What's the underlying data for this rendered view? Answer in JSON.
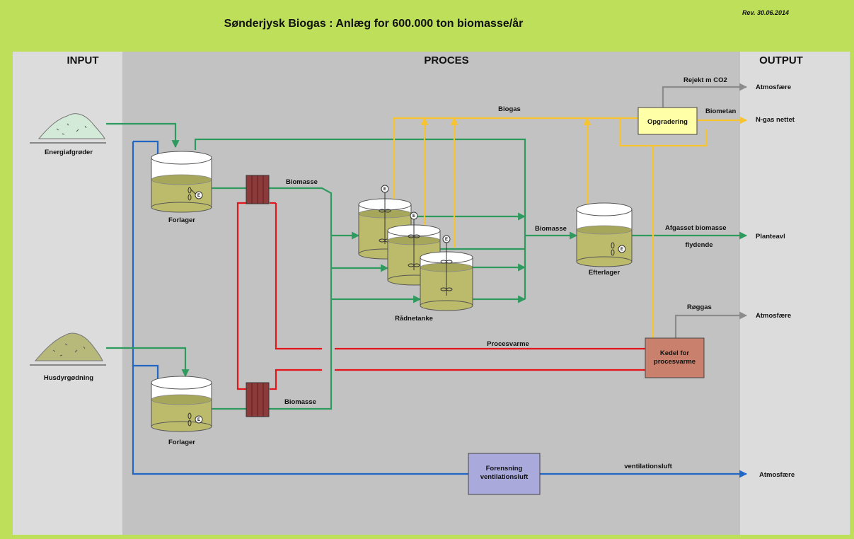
{
  "header": {
    "title": "Sønderjysk Biogas : Anlæg for 600.000 ton biomasse/år",
    "revision": "Rev. 30.06.2014"
  },
  "sections": {
    "input": "INPUT",
    "process": "PROCES",
    "output": "OUTPUT"
  },
  "inputs": {
    "energy_crops": "Energiafgrøder",
    "manure": "Husdyrgødning"
  },
  "tanks": {
    "prestorage_top": "Forlager",
    "prestorage_bottom": "Forlager",
    "digesters": "Rådnetanke",
    "post_storage": "Efterlager",
    "motor_symbol": "E"
  },
  "boxes": {
    "upgrading": "Opgradering",
    "boiler_line1": "Kedel for",
    "boiler_line2": "procesvarme",
    "cleaning_line1": "Forensning",
    "cleaning_line2": "ventilationsluft"
  },
  "flow_labels": {
    "biomass_top": "Biomasse",
    "biomass_bottom": "Biomasse",
    "biomass_mid": "Biomasse",
    "biogas": "Biogas",
    "biomethane": "Biometan",
    "reject_co2": "Rejekt m CO2",
    "digested_biomass": "Afgasset biomasse",
    "liquid": "flydende",
    "flue_gas": "Røggas",
    "process_heat": "Procesvarme",
    "ventilation_air": "ventilationsluft"
  },
  "outputs": {
    "atmosphere_1": "Atmosfære",
    "gas_grid": "N-gas nettet",
    "plant_cultivation": "Planteavl",
    "atmosphere_2": "Atmosfære",
    "atmosphere_3": "Atmosfære"
  },
  "colors": {
    "frame": "#bedf5a",
    "side_panel": "#dcdcdc",
    "process_panel": "#c2c2c2",
    "biomass_flow": "#2e9a5e",
    "gas_flow": "#f7c331",
    "heat_flow": "#e3161b",
    "air_flow": "#2167c5",
    "exhaust_flow": "#8c8c8c",
    "tank_liquid": "#bcbb6b",
    "heat_exchanger": "#8d3a3a",
    "upgrading_box": "#ffffa8",
    "boiler_box": "#c9806c",
    "cleaning_box": "#a9a9dc"
  }
}
